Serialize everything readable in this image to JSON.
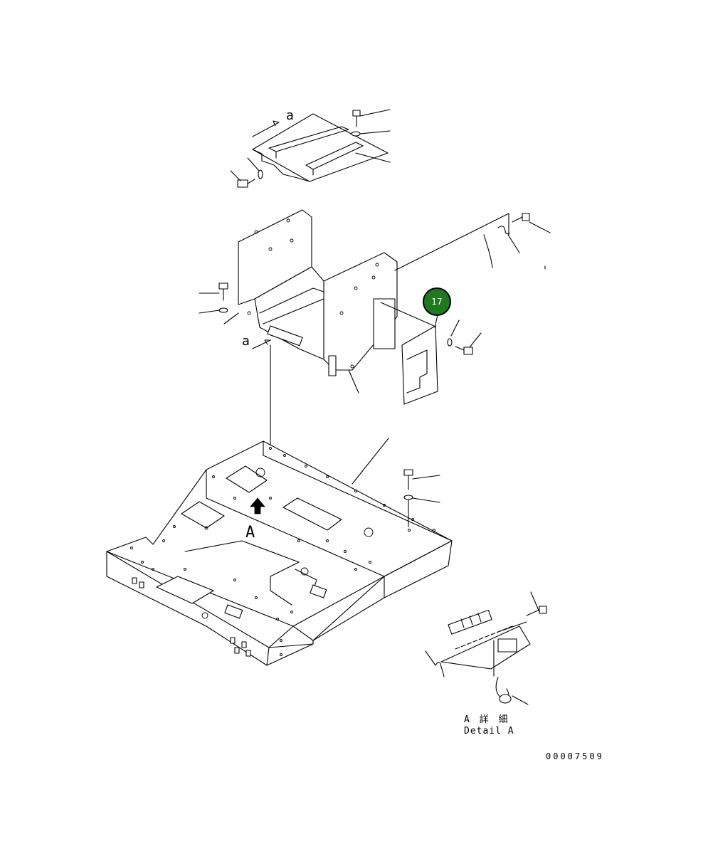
{
  "labels": {
    "view_ref_top": "a",
    "view_ref_mid": "a",
    "detail_ref": "A",
    "detail_caption_jp": "A 詳 細",
    "detail_caption_en": "Detail A",
    "drawing_number": "00007509"
  },
  "callouts": [
    {
      "number": "17",
      "color": "#1f7a1f",
      "border": "#000000"
    }
  ],
  "colors": {
    "line": "#000000",
    "background": "#ffffff",
    "callout_fill": "#1f7a1f"
  }
}
